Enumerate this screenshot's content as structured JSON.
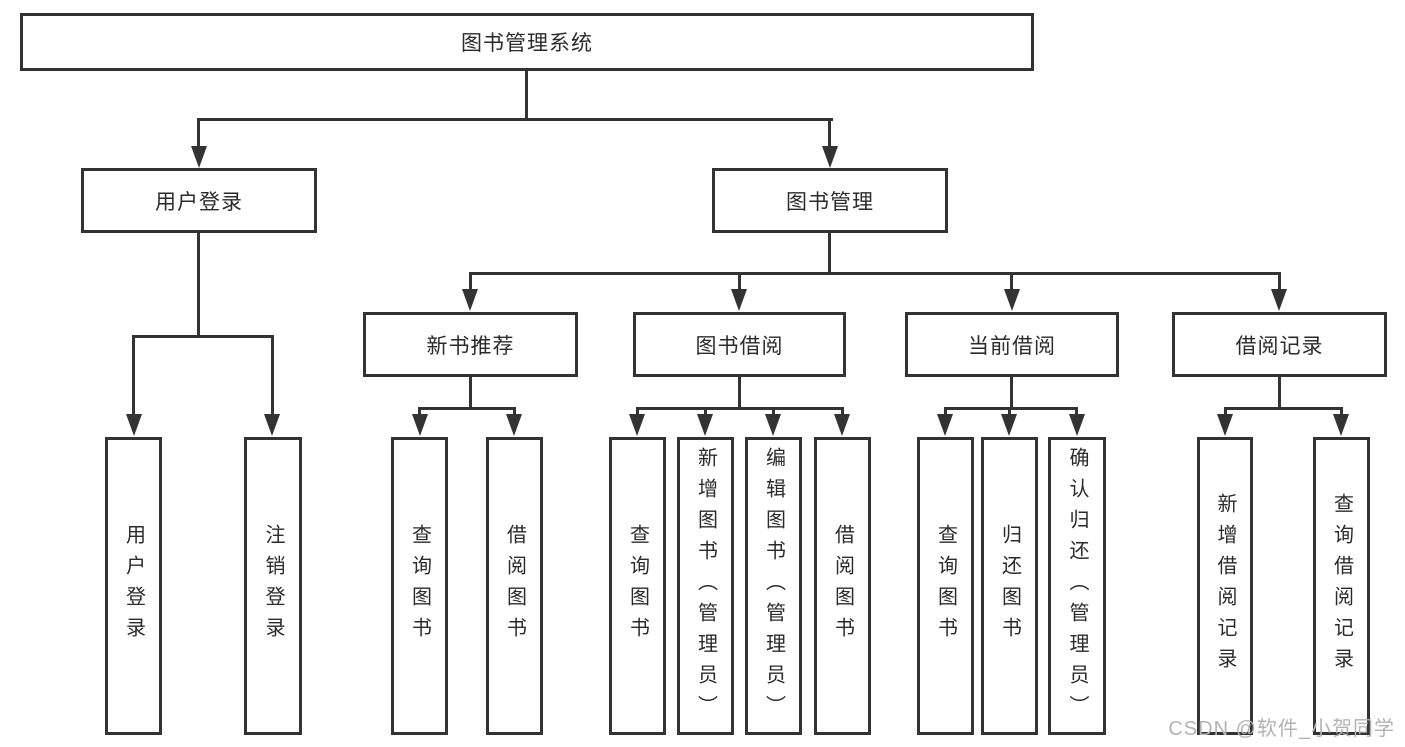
{
  "tree": {
    "label": "图书管理系统",
    "children": [
      {
        "label": "用户登录",
        "children": [
          {
            "label": "用户登录"
          },
          {
            "label": "注销登录"
          }
        ]
      },
      {
        "label": "图书管理",
        "children": [
          {
            "label": "新书推荐",
            "children": [
              {
                "label": "查询图书"
              },
              {
                "label": "借阅图书"
              }
            ]
          },
          {
            "label": "图书借阅",
            "children": [
              {
                "label": "查询图书"
              },
              {
                "label": "新增图书（管理员）"
              },
              {
                "label": "编辑图书（管理员）"
              },
              {
                "label": "借阅图书"
              }
            ]
          },
          {
            "label": "当前借阅",
            "children": [
              {
                "label": "查询图书"
              },
              {
                "label": "归还图书"
              },
              {
                "label": "确认归还（管理员）"
              }
            ]
          },
          {
            "label": "借阅记录",
            "children": [
              {
                "label": "新增借阅记录"
              },
              {
                "label": "查询借阅记录"
              }
            ]
          }
        ]
      }
    ]
  },
  "watermark": {
    "text": "CSDN @软件_小贺同学"
  },
  "colors": {
    "line": "#333333",
    "text": "#2b2b2b",
    "watermark": "#b3b3b3",
    "background": "#ffffff"
  }
}
